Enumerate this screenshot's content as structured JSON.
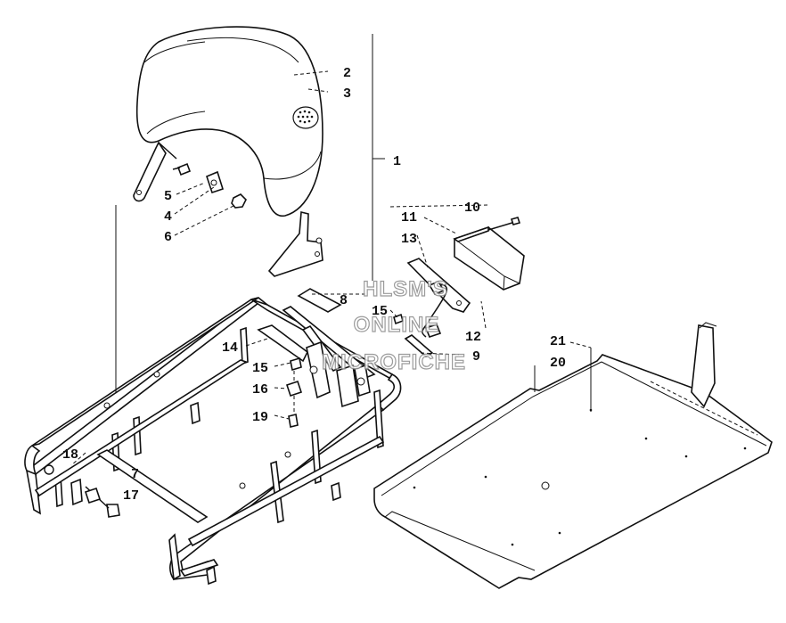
{
  "callouts": [
    {
      "id": "c1",
      "text": "1"
    },
    {
      "id": "c2",
      "text": "2"
    },
    {
      "id": "c3",
      "text": "3"
    },
    {
      "id": "c4",
      "text": "4"
    },
    {
      "id": "c5",
      "text": "5"
    },
    {
      "id": "c6",
      "text": "6"
    },
    {
      "id": "c7",
      "text": "7"
    },
    {
      "id": "c8",
      "text": "8"
    },
    {
      "id": "c9",
      "text": "9"
    },
    {
      "id": "c10",
      "text": "10"
    },
    {
      "id": "c11",
      "text": "11"
    },
    {
      "id": "c12",
      "text": "12"
    },
    {
      "id": "c13",
      "text": "13"
    },
    {
      "id": "c14",
      "text": "14"
    },
    {
      "id": "c15a",
      "text": "15"
    },
    {
      "id": "c15b",
      "text": "15"
    },
    {
      "id": "c16",
      "text": "16"
    },
    {
      "id": "c17",
      "text": "17"
    },
    {
      "id": "c18",
      "text": "18"
    },
    {
      "id": "c19",
      "text": "19"
    },
    {
      "id": "c20",
      "text": "20"
    },
    {
      "id": "c21",
      "text": "21"
    }
  ],
  "watermark": {
    "line1": "HLSM'S",
    "line2": "ONLINE",
    "line3": "MICROFICHE"
  }
}
